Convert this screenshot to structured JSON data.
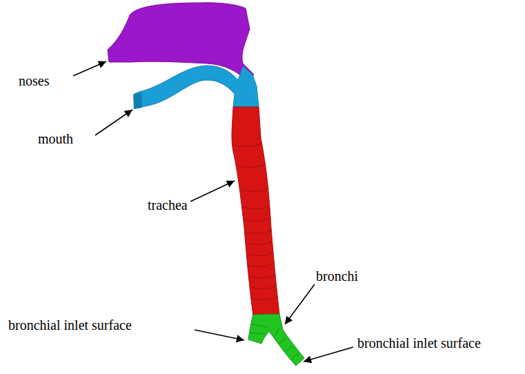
{
  "diagram": {
    "labels": [
      "noses",
      "mouth",
      "trachea",
      "bronchi",
      "bronchial inlet surface",
      "bronchial inlet surface"
    ]
  }
}
